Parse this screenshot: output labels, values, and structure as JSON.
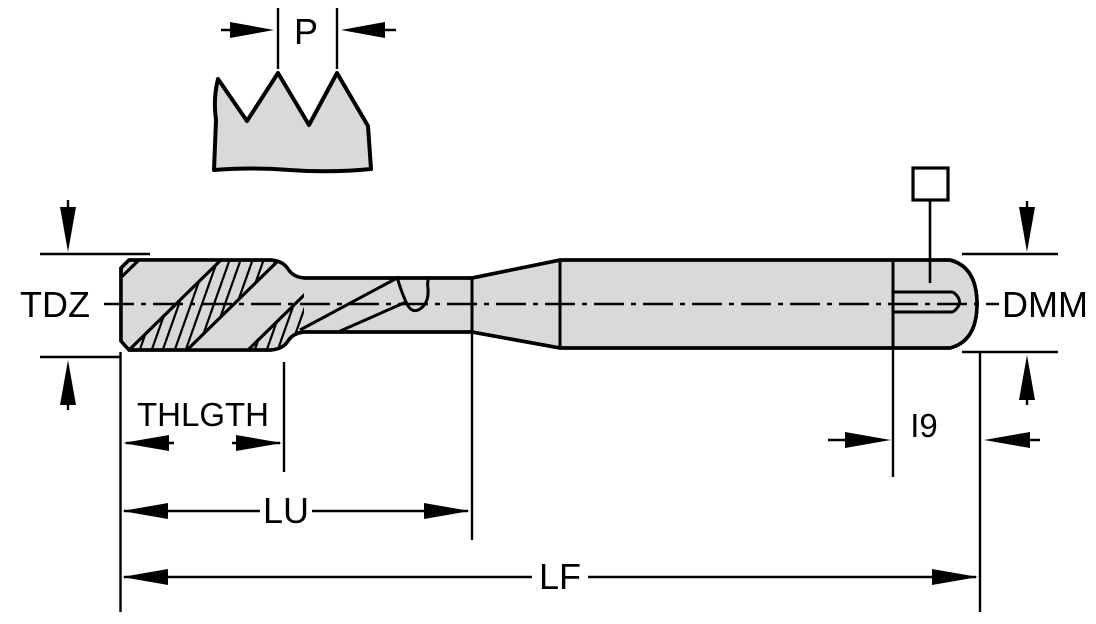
{
  "diagram": {
    "background": "#ffffff",
    "outline_color": "#000000",
    "fill_color": "#d9d9d9",
    "labels": {
      "p": "P",
      "tdz": "TDZ",
      "dmm": "DMM",
      "thlgth": "THLGTH",
      "lu": "LU",
      "lf": "LF",
      "i9": "I9"
    }
  }
}
